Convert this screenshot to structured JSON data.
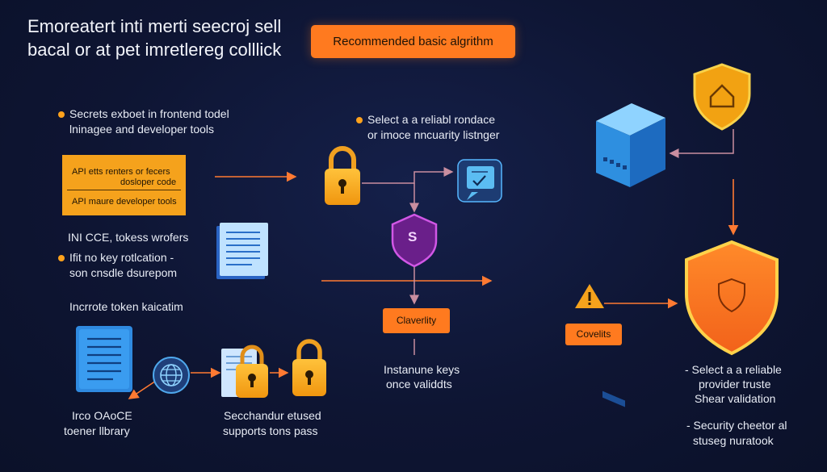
{
  "header": {
    "title_line1": "Emoreatert inti merti seecroj sell",
    "title_line2": "bacal  or at pet imretlereg colllick",
    "badge": "Recommended basic algrithm"
  },
  "left": {
    "note1_line1": "Secrets exboet in frontend todel",
    "note1_line2": "lninagee and developer tools",
    "ybox_line1": "API etts renters or fecers",
    "ybox_line2": "dosloper code",
    "ybox_line3": "API maure developer tools",
    "label1": "INI CCE, tokess wrofers",
    "note2_line1": "Ifit no key rotlcation -",
    "note2_line2": "son cnsdle dsurepom",
    "label2": "Incrrote token kaicatim",
    "bottom_line1": "Irco OAoCE",
    "bottom_line2": "toener llbrary"
  },
  "middle": {
    "note_line1": "Select a a reliabl rondace",
    "note_line2": "or imoce nncuarity listnger",
    "badge": "Claverlity",
    "caption_line1": "Instanune keys",
    "caption_line2": "once validdts",
    "bottom_line1": "Secchandur etused",
    "bottom_line2": "supports tons pass",
    "shield_letter": "S"
  },
  "right": {
    "badge": "Covelits",
    "note1_line1": "- Select a a reliable",
    "note1_line2": "provider truste",
    "note1_line3": "Shear validation",
    "note2_line1": "- Security cheetor al",
    "note2_line2": "stuseg nuratook"
  },
  "colors": {
    "orange": "#ff7a1f",
    "amber": "#f5a21c",
    "purple": "#b02fc7",
    "blue": "#3fa0e8",
    "navy": "#0e1530"
  }
}
